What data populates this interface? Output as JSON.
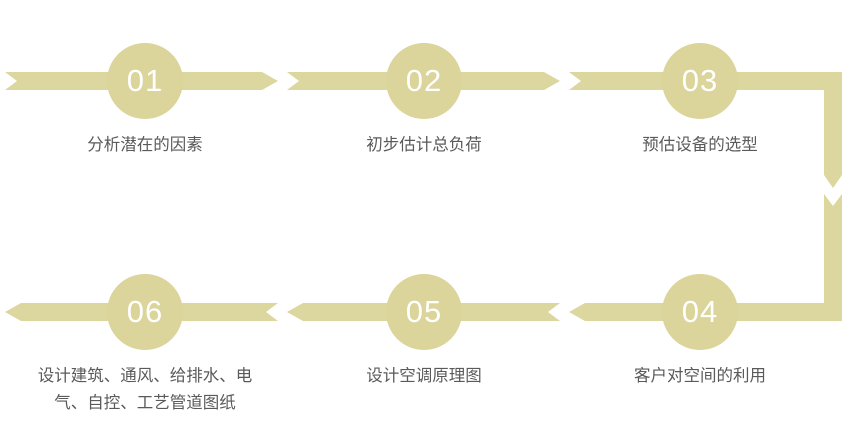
{
  "diagram": {
    "title": "HVAC design process flow",
    "colors": {
      "band": "#dcd69f",
      "circle": "#dbd49b",
      "number_text": "#ffffff",
      "label_text": "#5a5a5a",
      "background": "#ffffff"
    },
    "steps": [
      {
        "number": "01",
        "label": "分析潜在的因素",
        "row": "top",
        "direction": "right"
      },
      {
        "number": "02",
        "label": "初步估计总负荷",
        "row": "top",
        "direction": "right"
      },
      {
        "number": "03",
        "label": "预估设备的选型",
        "row": "top",
        "direction": "right"
      },
      {
        "number": "04",
        "label": "客户对空间的利用",
        "row": "bottom",
        "direction": "left"
      },
      {
        "number": "05",
        "label": "设计空调原理图",
        "row": "bottom",
        "direction": "left"
      },
      {
        "number": "06",
        "label": "设计建筑、通风、给排水、电气、自控、工艺管道图纸",
        "row": "bottom",
        "direction": "left"
      }
    ],
    "connector": {
      "name": "vertical-connector-right",
      "description": "右侧竖向连接箭头，由第03步连向第04步",
      "direction": "down"
    }
  }
}
